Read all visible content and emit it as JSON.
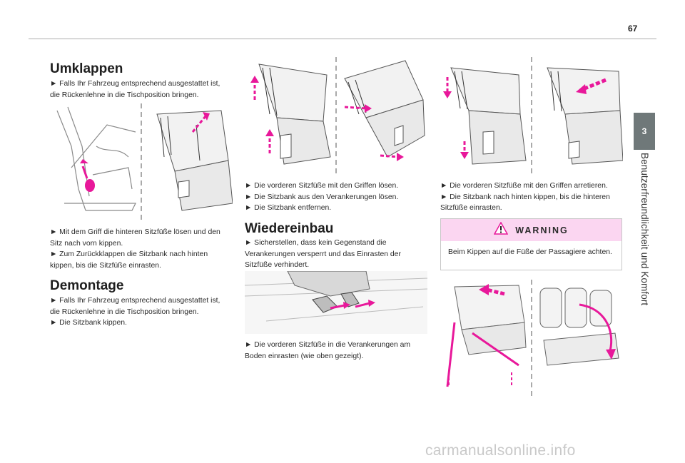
{
  "page_number": "67",
  "chapter": {
    "number": "3",
    "title": "Benutzerfreundlichkeit und Komfort"
  },
  "col1": {
    "heading1": "Umklappen",
    "p1": [
      "► Falls Ihr Fahrzeug entsprechend ausgestattet ist,",
      "die Rückenlehne in die Tischposition bringen."
    ],
    "p2": [
      "► Mit dem Griff die hinteren Sitzfüße lösen und den",
      "Sitz nach vorn kippen.",
      "► Zum Zurückklappen die Sitzbank nach hinten",
      "kippen, bis die Sitzfüße einrasten."
    ],
    "heading2": "Demontage",
    "p3": [
      "► Falls Ihr Fahrzeug entsprechend ausgestattet ist,",
      "die Rückenlehne in die Tischposition bringen.",
      "► Die Sitzbank kippen."
    ]
  },
  "col2": {
    "p1": [
      "► Die vorderen Sitzfüße mit den Griffen lösen.",
      "► Die Sitzbank aus den Verankerungen lösen.",
      "► Die Sitzbank entfernen."
    ],
    "heading1": "Wiedereinbau",
    "p2": [
      "► Sicherstellen, dass kein Gegenstand die",
      "Verankerungen versperrt und das Einrasten der",
      "Sitzfüße verhindert."
    ],
    "p3": [
      "► Die vorderen Sitzfüße in die Verankerungen am",
      "Boden einrasten (wie oben gezeigt)."
    ]
  },
  "col3": {
    "p1": [
      "► Die vorderen Sitzfüße mit den Griffen arretieren.",
      "► Die Sitzbank nach hinten kippen, bis die hinteren",
      "Sitzfüße einrasten."
    ],
    "warning": {
      "title": "WARNING",
      "text": "Beim Kippen auf die Füße der Passagiere achten."
    }
  },
  "watermark": "carmanualsonline.info",
  "colors": {
    "accent_magenta": "#e8189a",
    "warning_bg": "#fbd6f1",
    "tab_bg": "#6f7879"
  }
}
